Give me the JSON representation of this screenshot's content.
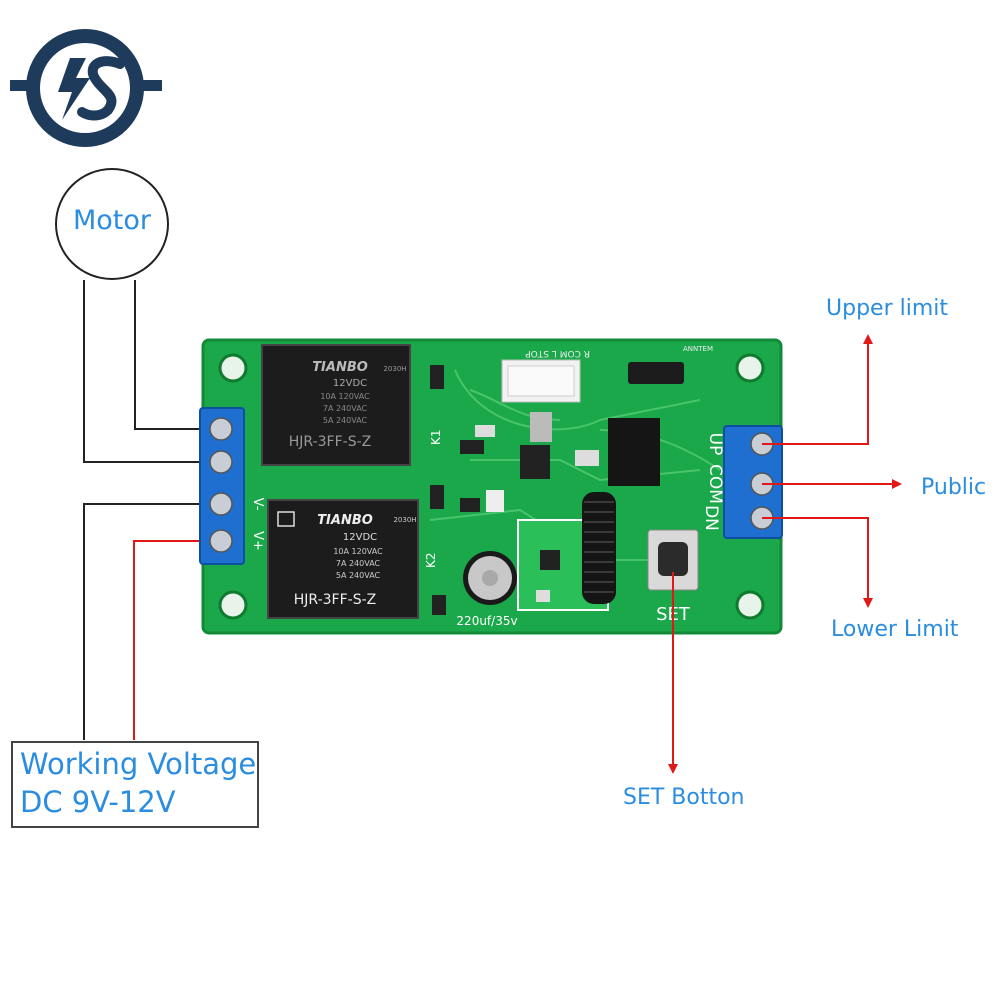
{
  "brand": {
    "logo_letters": "IS",
    "color": "#1f3b5c"
  },
  "labels": {
    "motor": "Motor",
    "upper_limit": "Upper limit",
    "public": "Public",
    "lower_limit": "Lower Limit",
    "set_button": "SET Botton",
    "voltage_line1": "Working Voltage",
    "voltage_line2": "DC 9V-12V"
  },
  "board": {
    "relay_top": {
      "brand": "TIANBO",
      "code": "2030H",
      "voltage": "12VDC",
      "ratings": [
        "10A 120VAC",
        "7A 240VAC",
        "5A 240VAC"
      ],
      "model": "HJR-3FF-S-Z"
    },
    "relay_bottom": {
      "brand": "TIANBO",
      "code": "2030H",
      "voltage": "12VDC",
      "ratings": [
        "10A 120VAC",
        "7A 240VAC",
        "5A 240VAC"
      ],
      "model": "HJR-3FF-S-Z"
    },
    "terminal_right": [
      "UP",
      "COM",
      "DN"
    ],
    "terminal_left_marks": [
      "V-",
      "V+"
    ],
    "capacitor": "220uf/35v",
    "relay_marks": [
      "K1",
      "K2"
    ],
    "button": "SET",
    "connector_marks": "R COM L STOP",
    "corner_mark": "ANNTEM"
  },
  "colors": {
    "label": "#2a8de0",
    "pcb": "#1aa84a",
    "arrow": "#e01818",
    "terminal": "#1e6fd0"
  }
}
